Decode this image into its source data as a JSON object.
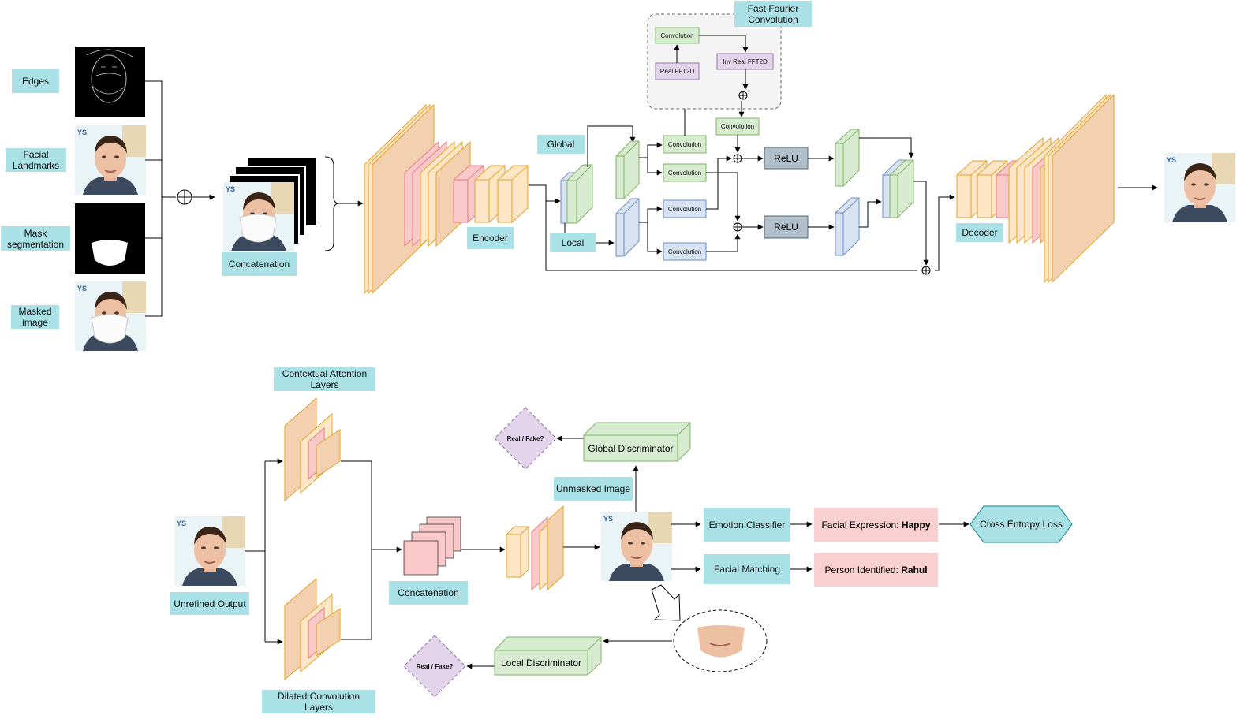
{
  "inputs": {
    "edges": "Edges",
    "landmarks": "Facial\nLandmarks",
    "mask_seg": "Mask\nsegmentation",
    "masked": "Masked\nimage"
  },
  "top": {
    "concatenation": "Concatenation",
    "encoder": "Encoder",
    "decoder": "Decoder",
    "global": "Global",
    "local": "Local",
    "ffc_title": "Fast Fourier\nConvolution",
    "convolution": "Convolution",
    "real_fft": "Real FFT2D",
    "inv_real_fft": "Inv Real FFT2D",
    "relu": "ReLU"
  },
  "bottom": {
    "contextual": "Contextual Attention\nLayers",
    "dilated": "Dilated Convolution\nLayers",
    "unrefined": "Unrefined Output",
    "concatenation": "Concatenation",
    "unmasked": "Unmasked Image",
    "global_disc": "Global Discriminator",
    "local_disc": "Local Discriminator",
    "real_fake": "Real / Fake?",
    "emotion": "Emotion Classifier",
    "facial_matching": "Facial Matching",
    "expression_prefix": "Facial Expression: ",
    "expression_value": "Happy",
    "person_prefix": "Person Identified: ",
    "person_value": "Rahul",
    "loss": "Cross Entropy Loss"
  },
  "colors": {
    "label_bg": "#a9e1e6",
    "orange_fill": "#fde6c6",
    "orange_stroke": "#e3a22b",
    "pink_fill": "#f9c9ca",
    "green_fill": "#d6ebcf",
    "green_stroke": "#82b366",
    "blue_fill": "#d7e3f3",
    "blue_stroke": "#6c8ebf",
    "purple_fill": "#e2d4ea",
    "purple_stroke": "#9673a6",
    "relu_fill": "#b1bfcb",
    "result_fill": "#f9d0d0"
  }
}
